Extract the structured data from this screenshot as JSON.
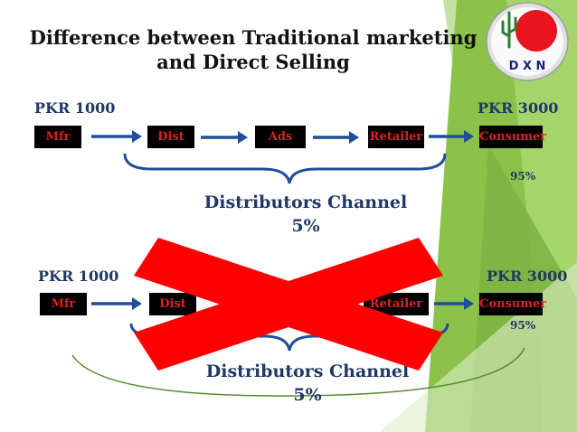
{
  "title": {
    "line1": "Difference between Traditional marketing",
    "line2": "and Direct Selling"
  },
  "logo": {
    "text": "D X N",
    "brand_color": "#e8141e",
    "accent_color": "#2e7d32"
  },
  "colors": {
    "price_text": "#1f3864",
    "box_bg": "#000000",
    "box_text": "#e02020",
    "arrow": "#1f4e9a",
    "cross": "#ff0000",
    "green_accent": "#8bc34a"
  },
  "flow1": {
    "start_price": "PKR 1000",
    "end_price": "PKR 3000",
    "nodes": [
      "Mfr",
      "Dist",
      "Ads",
      "Retailer",
      "Consumer"
    ],
    "channel_label": "Distributors Channel",
    "channel_pct": "5%",
    "consumer_pct": "95%"
  },
  "flow2": {
    "start_price": "PKR 1000",
    "end_price": "PKR 3000",
    "nodes": [
      "Mfr",
      "Dist",
      "Retailer",
      "Consumer"
    ],
    "channel_label": "Distributors Channel",
    "channel_pct": "5%",
    "consumer_pct": "95%",
    "crossed_out": true
  }
}
